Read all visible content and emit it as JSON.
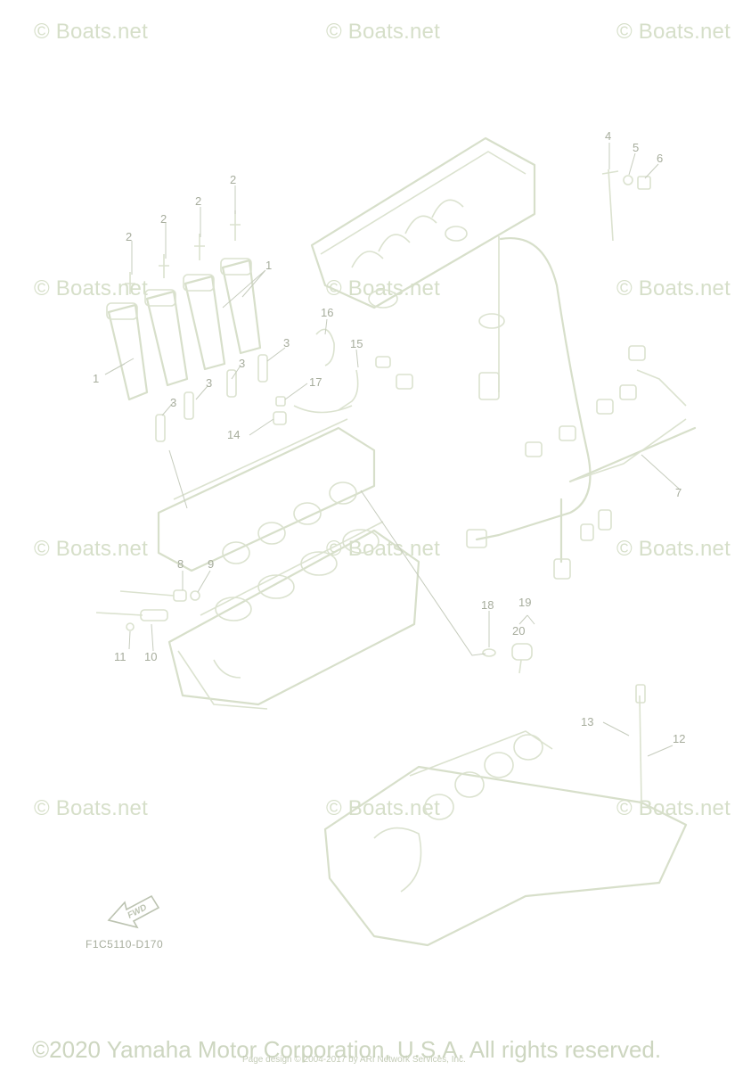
{
  "watermark": "© Boats.net",
  "diagram_code": "F1C5110-D170",
  "fwd_label": "FWD",
  "copyright": "©2020 Yamaha Motor Corporation, U.S.A. All rights reserved.",
  "page_design": "Page design © 2004-2017 by ARI Network Services, Inc.",
  "callouts": {
    "c1a": "1",
    "c1b": "1",
    "c2a": "2",
    "c2b": "2",
    "c2c": "2",
    "c2d": "2",
    "c3a": "3",
    "c3b": "3",
    "c3c": "3",
    "c3d": "3",
    "c4": "4",
    "c5": "5",
    "c6": "6",
    "c7": "7",
    "c8": "8",
    "c9": "9",
    "c10": "10",
    "c11": "11",
    "c12": "12",
    "c13": "13",
    "c14": "14",
    "c15": "15",
    "c16": "16",
    "c17": "17",
    "c18": "18",
    "c19": "19",
    "c20": "20"
  },
  "colors": {
    "line_art": "#d7dfca",
    "callout_text": "#a7ad9d",
    "watermark": "#d6dfc9"
  }
}
